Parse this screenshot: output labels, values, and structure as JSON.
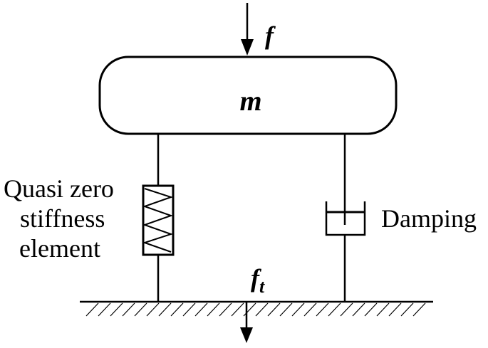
{
  "labels": {
    "force": "f",
    "mass": "m",
    "transmitted_force_base": "f",
    "transmitted_force_sub": "t",
    "qzs_line1": "Quasi zero",
    "qzs_line2": "stiffness",
    "qzs_line3": "element",
    "damping": "Damping"
  }
}
